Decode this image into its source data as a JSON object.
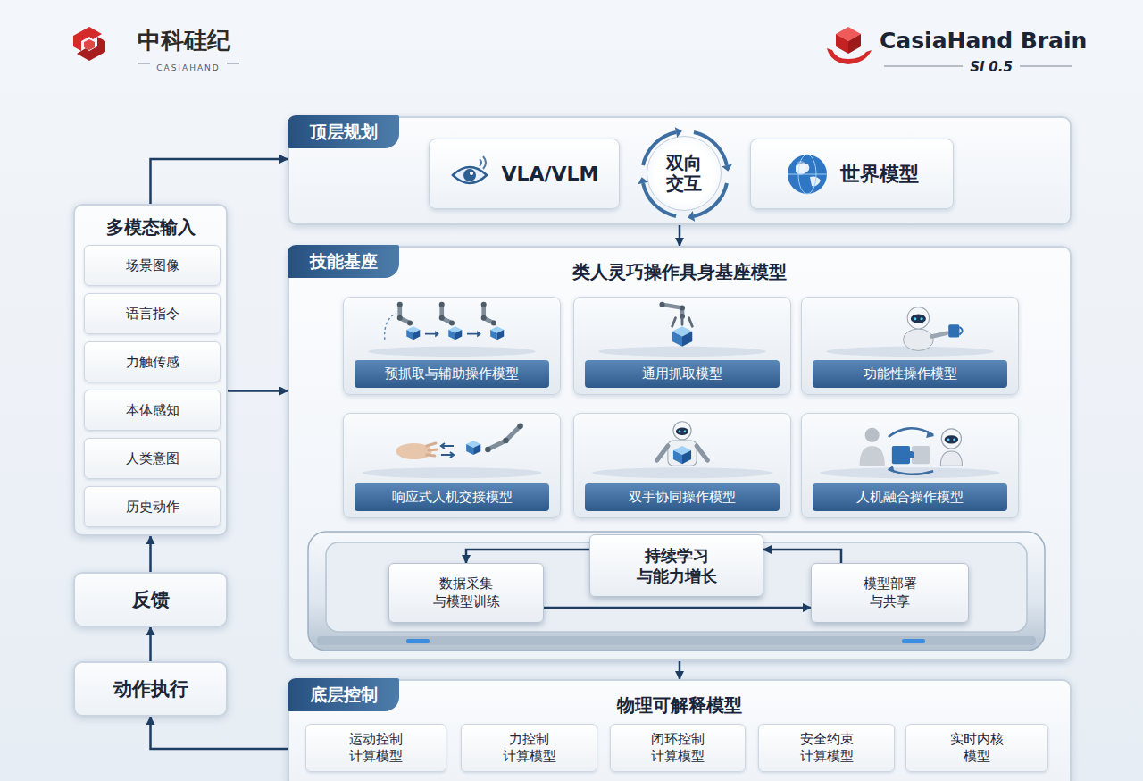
{
  "diagram": {
    "nodes": [
      {
        "text": [
          "多模态输入"
        ]
      },
      {
        "text": [
          "场景图像"
        ],
        "in": 0
      },
      {
        "text": [
          "语言指令"
        ],
        "in": 0
      },
      {
        "text": [
          "力触传感"
        ],
        "in": 0
      },
      {
        "text": [
          "本体感知"
        ],
        "in": 0
      },
      {
        "text": [
          "人类意图"
        ],
        "in": 0
      },
      {
        "text": [
          "历史动作"
        ],
        "in": 0
      },
      {
        "text": [
          "反馈"
        ]
      },
      {
        "text": [
          "动作执行"
        ]
      },
      {
        "text": [
          "顶层规划"
        ]
      },
      {
        "text": [
          "VLA/VLM"
        ],
        "in": 9
      },
      {
        "text": [
          "双向交互"
        ],
        "in": 9
      },
      {
        "text": [
          "世界模型"
        ],
        "in": 9
      },
      {
        "text": [
          "技能基座",
          "类人灵巧操作具身基座模型"
        ]
      },
      {
        "text": [
          "预抓取与辅助操作模型"
        ],
        "in": 13
      },
      {
        "text": [
          "通用抓取模型"
        ],
        "in": 13
      },
      {
        "text": [
          "功能性操作模型"
        ],
        "in": 13
      },
      {
        "text": [
          "响应式人机交接模型"
        ],
        "in": 13
      },
      {
        "text": [
          "双手协同操作模型"
        ],
        "in": 13
      },
      {
        "text": [
          "人机融合操作模型"
        ],
        "in": 13
      },
      {
        "text": [
          "数据采集 与模型训练"
        ],
        "in": 13
      },
      {
        "text": [
          "持续学习 与能力增长"
        ],
        "in": 13
      },
      {
        "text": [
          "模型部署 与共享"
        ],
        "in": 13
      },
      {
        "text": [
          "底层控制",
          "物理可解释模型"
        ]
      },
      {
        "text": [
          "运动控制 计算模型"
        ],
        "in": 23
      },
      {
        "text": [
          "力控制 计算模型"
        ],
        "in": 23
      },
      {
        "text": [
          "闭环控制 计算模型"
        ],
        "in": 23
      },
      {
        "text": [
          "安全约束 计算模型"
        ],
        "in": 23
      },
      {
        "text": [
          "实时内核 模型"
        ],
        "in": 23
      }
    ],
    "edges": [
      {
        "from": 0,
        "to": 9,
        "arrow": "to"
      },
      {
        "from": 0,
        "to": 13,
        "arrow": "to"
      },
      {
        "from": 9,
        "to": 13,
        "arrow": "to"
      },
      {
        "from": 13,
        "to": 23,
        "arrow": "to"
      },
      {
        "from": 23,
        "to": 8,
        "arrow": "to"
      },
      {
        "from": 8,
        "to": 7,
        "arrow": "to"
      },
      {
        "from": 7,
        "to": 0,
        "arrow": "to"
      },
      {
        "from": 21,
        "to": 20,
        "arrow": "to"
      },
      {
        "from": 20,
        "to": 22,
        "arrow": "to"
      },
      {
        "from": 22,
        "to": 21,
        "arrow": "to"
      }
    ],
    "labels": [
      "中科硅纪",
      "CASIAHAND",
      "CasiaHand Brain",
      "Si 0.5"
    ]
  }
}
